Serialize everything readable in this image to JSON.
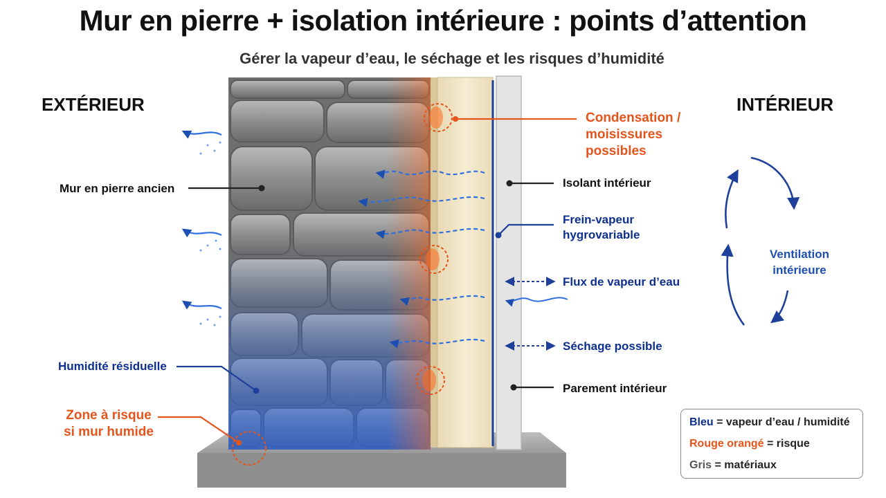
{
  "header": {
    "title": "Mur en pierre + isolation intérieure : points d’attention",
    "subtitle": "Gérer la vapeur d’eau, le séchage et les risques d’humidité"
  },
  "sides": {
    "exterior": "EXTÉRIEUR",
    "interior": "INTÉRIEUR"
  },
  "labels": {
    "condensation": [
      "Condensation /",
      "moisissures",
      "possibles"
    ],
    "stone_wall": "Mur en pierre ancien",
    "insulation": "Isolant intérieur",
    "vapour_brake": [
      "Frein-vapeur",
      "hygrovariable"
    ],
    "vapour_flow": "Flux de vapeur d’eau",
    "drying": "Séchage possible",
    "residual_humidity": "Humidité résiduelle",
    "interior_lining": "Parement intérieur",
    "risk_zone": [
      "Zone à risque",
      "si mur humide"
    ],
    "ventilation": [
      "Ventilation",
      "intérieure"
    ]
  },
  "legend": {
    "blue_key": "Bleu",
    "blue_text": " = vapeur d’eau / humidité",
    "orange_key": "Rouge orangé",
    "orange_text": " = risque",
    "gray_key": "Gris",
    "gray_text": " = matériaux"
  },
  "colors": {
    "humidity_blue": "#1d4fb0",
    "label_blue": "#0d2f8f",
    "risk_orange": "#e4541b",
    "stone_gray": "#8d8d8d",
    "insulation_cream": "#efe3c4",
    "lining_gray": "#e2e2e2"
  }
}
